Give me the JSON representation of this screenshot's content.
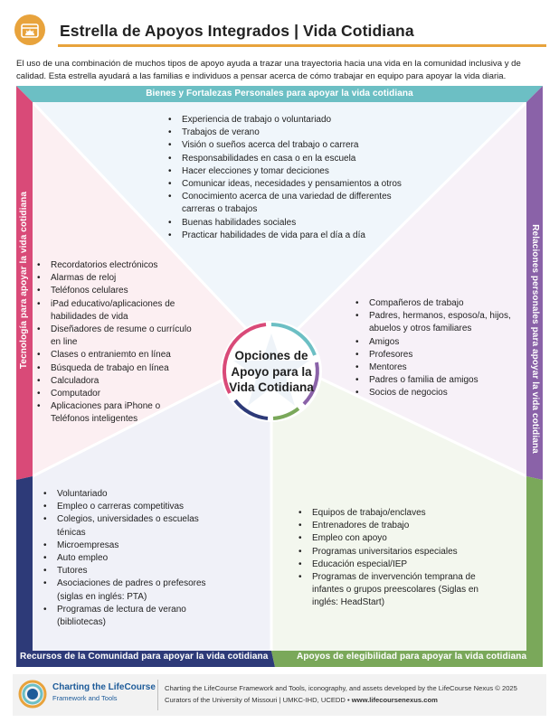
{
  "header": {
    "title": "Estrella de Apoyos Integrados | Vida Cotidiana"
  },
  "intro": "El uso de una combinación de muchos tipos de apoyo ayuda a trazar una trayectoria hacia una vida en la comunidad inclusiva y de calidad. Esta estrella ayudará a las familias e individuos a pensar acerca de cómo trabajar en equipo para apoyar la vida diaria.",
  "colors": {
    "accent_orange": "#e8a33c",
    "teal": "#6cbfc4",
    "pink": "#d94a78",
    "purple": "#8a62a8",
    "navy": "#2d3a78",
    "green": "#7aa85a"
  },
  "star": {
    "top": {
      "label": "Bienes y Fortalezas Personales para apoyar la vida cotidiana",
      "items": [
        "Experiencia de trabajo o voluntariado",
        "Trabajos de verano",
        "Visión o sueños acerca del trabajo o carrera",
        "Responsabilidades en casa o en la escuela",
        "Hacer elecciones y tomar deciciones",
        "Comunicar ideas, necesidades y pensamientos a otros",
        "Conocimiento acerca de una variedad de differentes carreras o trabajos",
        "Buenas habilidades sociales",
        "Practicar habilidades de vida para el día a día"
      ]
    },
    "left": {
      "label": "Tecnología para apoyar la vida cotidiana",
      "items": [
        "Recordatorios electrónicos",
        "Alarmas de reloj",
        "Teléfonos celulares",
        "iPad educativo/aplicaciones de habilidades de vida",
        "Diseñadores de resume o currículo en line",
        "Clases o entraniemto en línea",
        "Búsqueda de trabajo en línea",
        "Calculadora",
        "Computador",
        "Aplicaciones para iPhone o Teléfonos inteligentes"
      ]
    },
    "right": {
      "label": "Relaciones personales para apoyar la vida cotidiana",
      "items": [
        "Compañeros de trabajo",
        "Padres, hermanos, esposo/a, hijos, abuelos y otros familiares",
        "Amigos",
        "Profesores",
        "Mentores",
        "Padres o familia de amigos",
        "Socios de negocios"
      ]
    },
    "bottom_left": {
      "label": "Recursos de la Comunidad para apoyar la vida cotidiana",
      "items": [
        "Voluntariado",
        "Empleo o carreras competitivas",
        "Colegios, universidades o escuelas ténicas",
        "Microempresas",
        "Auto empleo",
        "Tutores",
        "Asociaciones de padres o prefesores (siglas en inglés: PTA)",
        "Programas de lectura de verano (bibliotecas)"
      ]
    },
    "bottom_right": {
      "label": "Apoyos de elegibilidad para apoyar la vida cotidiana",
      "items": [
        "Equipos de trabajo/enclaves",
        "Entrenadores de trabajo",
        "Empleo con apoyo",
        "Programas universitarios especiales",
        "Educación especial/IEP",
        "Programas de invervención temprana de infantes o grupos preescolares (Siglas en inglés: HeadStart)"
      ]
    },
    "center": {
      "line1": "Opciones de",
      "line2": "Apoyo para la",
      "line3": "Vida Cotidiana"
    }
  },
  "footer": {
    "brand": "Charting the LifeCourse",
    "brand_sub": "Framework and Tools",
    "credit_line1": "Charting the LifeCourse Framework and Tools, iconography, and assets developed by the LifeCourse Nexus © 2025",
    "credit_line2_prefix": "Curators of the University of Missouri | UMKC-IHD, UCEDD • ",
    "credit_url": "www.lifecoursenexus.com"
  }
}
